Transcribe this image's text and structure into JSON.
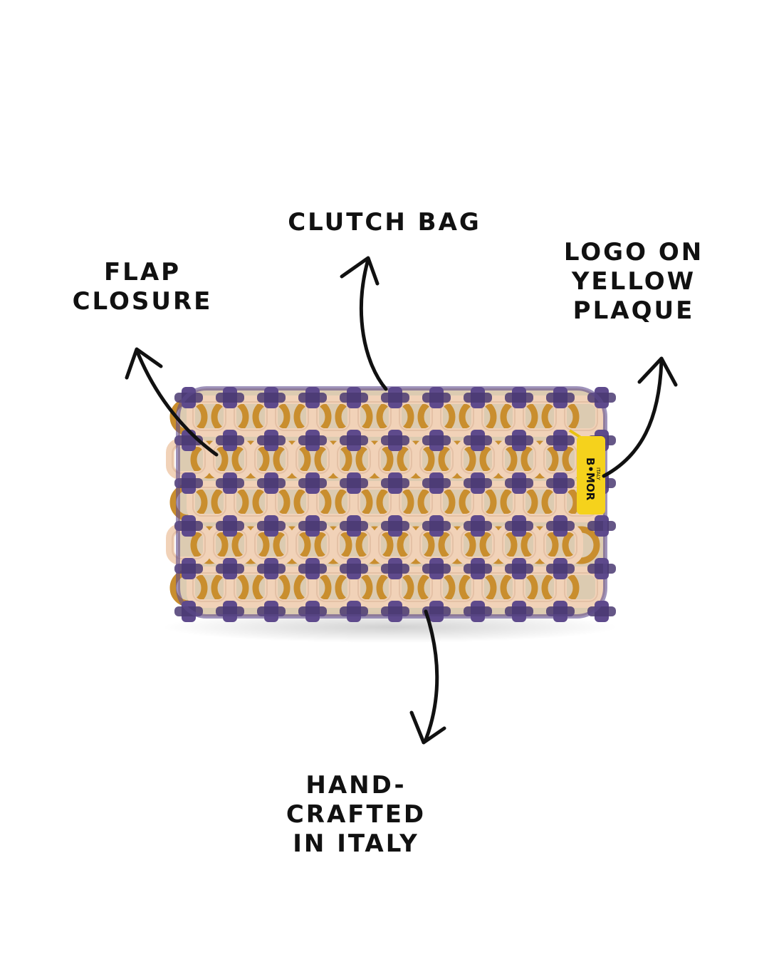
{
  "labels": {
    "clutch": [
      "CLUTCH BAG"
    ],
    "flap": [
      "FLAP",
      "CLOSURE"
    ],
    "logo": [
      "LOGO ON",
      "YELLOW",
      "PLAQUE"
    ],
    "handcrafted": [
      "HAND-",
      "CRAFTED",
      "IN ITALY"
    ]
  },
  "plaque": {
    "text": "B•MOR",
    "sub": "ITALY"
  },
  "colors": {
    "purple": "#5e4a8c",
    "purple_dark": "#4a3a72",
    "beige": "#f1d2b8",
    "beige_shade": "#dcb59a",
    "amber": "#c98e2e",
    "amber_dark": "#9c6a1f",
    "plaque": "#f5d21c",
    "ink": "#111111"
  }
}
